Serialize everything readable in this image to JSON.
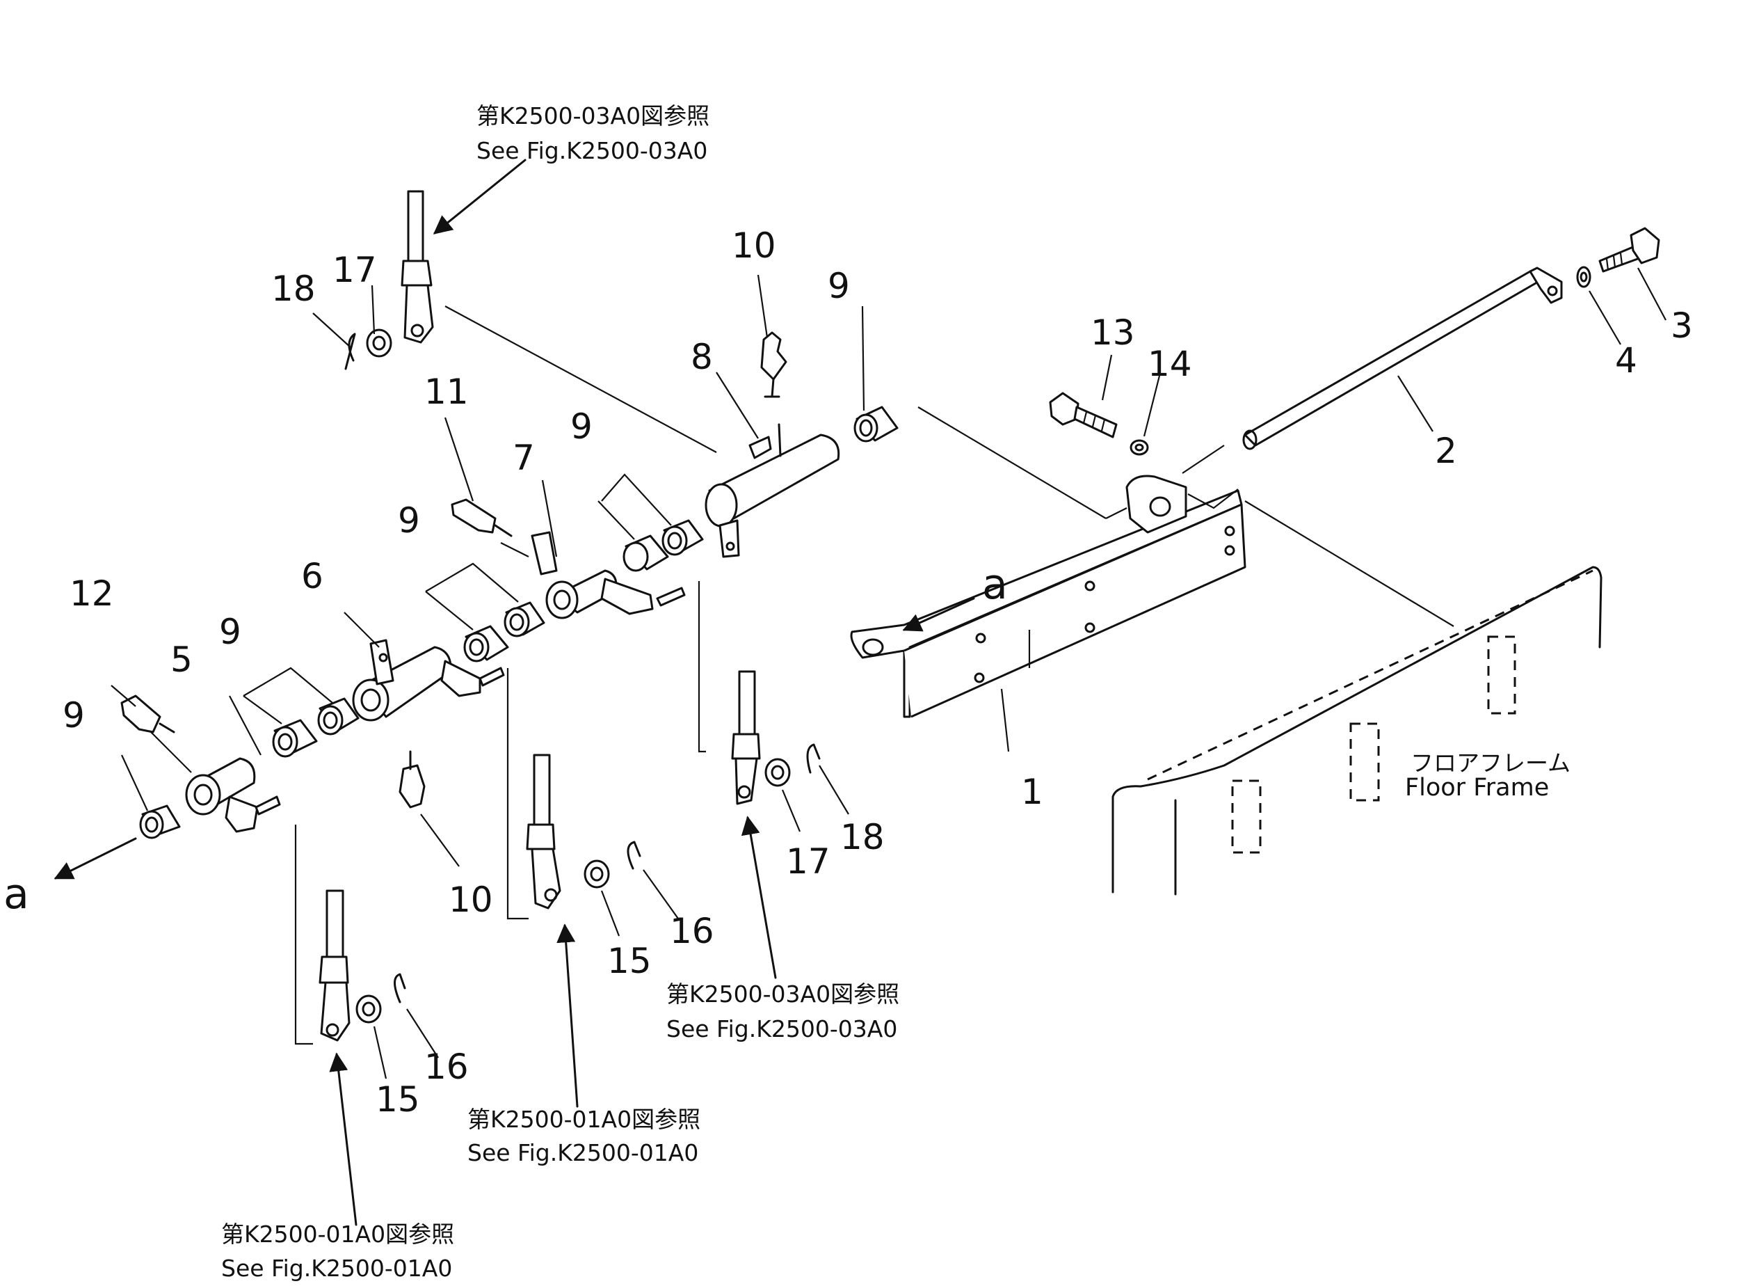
{
  "callouts": {
    "c1": "1",
    "c2": "2",
    "c3": "3",
    "c4": "4",
    "c5": "5",
    "c6": "6",
    "c7": "7",
    "c8": "8",
    "c9": "9",
    "c10": "10",
    "c11": "11",
    "c12": "12",
    "c13": "13",
    "c14": "14",
    "c15": "15",
    "c16": "16",
    "c17": "17",
    "c18": "18"
  },
  "view_marker": "a",
  "references": {
    "k2500_03a0_jp": "第K2500-03A0図参照",
    "k2500_03a0_en": "See Fig.K2500-03A0",
    "k2500_01a0_jp": "第K2500-01A0図参照",
    "k2500_01a0_en": "See Fig.K2500-01A0"
  },
  "floor_frame": {
    "label_jp": "フロアフレーム",
    "label_en": "Floor  Frame"
  }
}
